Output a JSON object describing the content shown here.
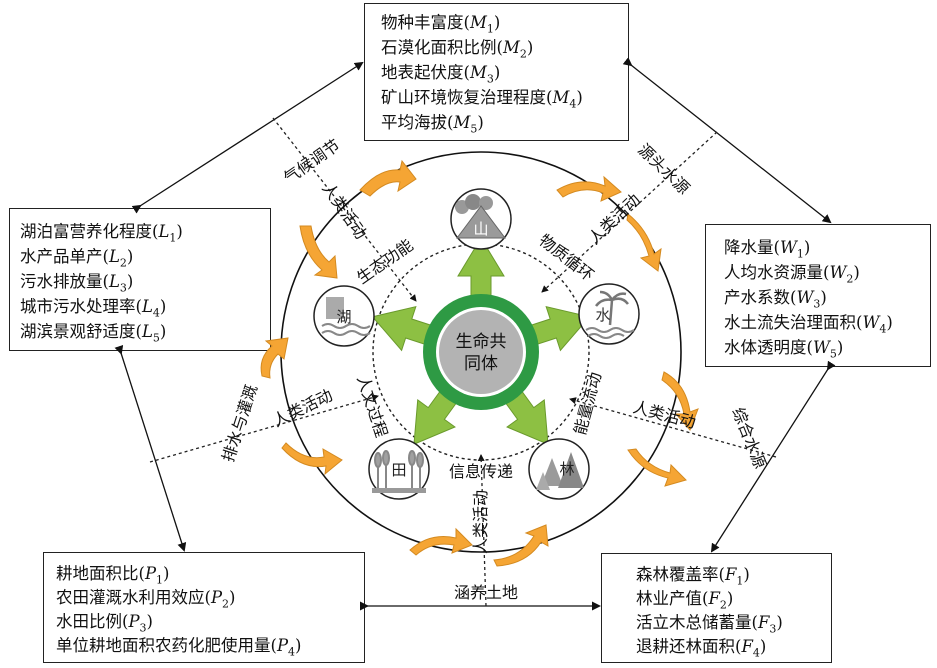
{
  "center": {
    "line1": "生命共",
    "line2": "同体"
  },
  "nodes": {
    "shan": "山",
    "shui": "水",
    "lin": "林",
    "tian": "田",
    "hu": "湖"
  },
  "inner_labels": {
    "shengtai": "生态功能",
    "wuzhi": "物质循环",
    "nengliang": "能量流动",
    "xinxi": "信息传递",
    "renwen": "人文过程"
  },
  "outer_labels": {
    "qihou": "气候调节",
    "yuantou": "源头水源",
    "zonghe": "综合水源",
    "hanyang": "涵养土地",
    "paishui": "排水与灌溉"
  },
  "activity_label": "人类活动",
  "boxes": {
    "M": [
      "物种丰富度(M1)",
      "石漠化面积比例(M2)",
      "地表起伏度(M3)",
      "矿山环境恢复治理程度(M4)",
      "平均海拔(M5)"
    ],
    "L": [
      "湖泊富营养化程度(L1)",
      "水产品单产(L2)",
      "污水排放量(L3)",
      "城市污水处理率(L4)",
      "湖滨景观舒适度(L5)"
    ],
    "W": [
      "降水量(W1)",
      "人均水资源量(W2)",
      "产水系数(W3)",
      "水土流失治理面积(W4)",
      "水体透明度(W5)"
    ],
    "P": [
      "耕地面积比(P1)",
      "农田灌溉水利用效应(P2)",
      "水田比例(P3)",
      "单位耕地面积农药化肥使用量(P4)"
    ],
    "F": [
      "森林覆盖率(F1)",
      "林业产值(F2)",
      "活立木总储蓄量(F3)",
      "退耕还林面积(F4)"
    ]
  },
  "colors": {
    "green_arrow": "#8dc043",
    "ring_green": "#2e9a44",
    "orange": "#f5a534",
    "gray": "#b0b0b0"
  }
}
